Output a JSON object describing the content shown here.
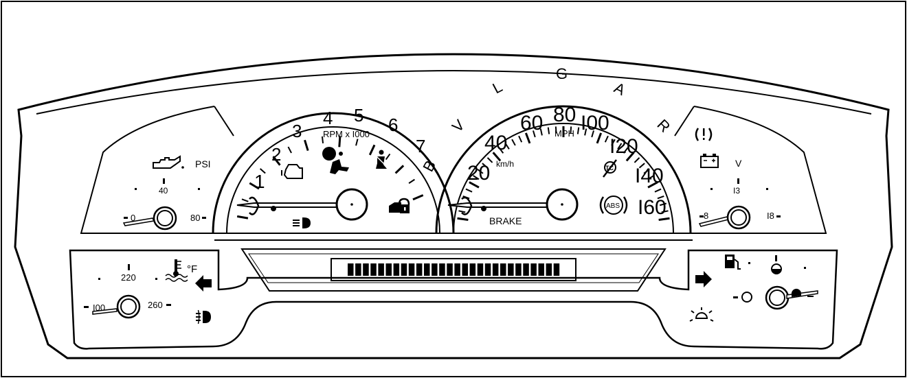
{
  "tachometer": {
    "numbers": [
      "1",
      "2",
      "3",
      "4",
      "5",
      "6",
      "7"
    ],
    "unit": "RPM x I000"
  },
  "speedometer": {
    "mph": [
      "20",
      "40",
      "60",
      "80",
      "I00",
      "I20",
      "I40",
      "I60"
    ],
    "mph_unit": "MPH",
    "kmh_unit": "km/h",
    "gear_letters": [
      "B",
      "V",
      "L",
      "G",
      "A",
      "R"
    ],
    "brake_label": "BRAKE"
  },
  "oil_gauge": {
    "unit": "PSI",
    "mid": "40",
    "min": "0",
    "max": "80"
  },
  "volt_gauge": {
    "unit": "V",
    "mid": "I3",
    "min": "8",
    "max": "I8"
  },
  "temp_gauge": {
    "unit": "°F",
    "mid": "220",
    "min": "I00",
    "max": "260"
  },
  "fuel_gauge": {},
  "icons": {
    "check_engine": "engine-icon",
    "airbag": "airbag-icon",
    "seatbelt": "seatbelt-icon",
    "security": "security-lock-icon",
    "headlamp": "high-beam-icon",
    "traction": "traction-control-off-icon",
    "abs": "ABS",
    "tire_pressure": "tire-pressure-icon",
    "battery": "battery-icon",
    "oil_can": "oil-pressure-icon",
    "coolant": "coolant-temp-icon",
    "left_turn": "left-turn-arrow-icon",
    "right_turn": "right-turn-arrow-icon",
    "fog": "fog-lamp-icon",
    "fuel_pump": "fuel-pump-icon",
    "lights": "exterior-lights-icon"
  },
  "display": {
    "segments": 28
  }
}
